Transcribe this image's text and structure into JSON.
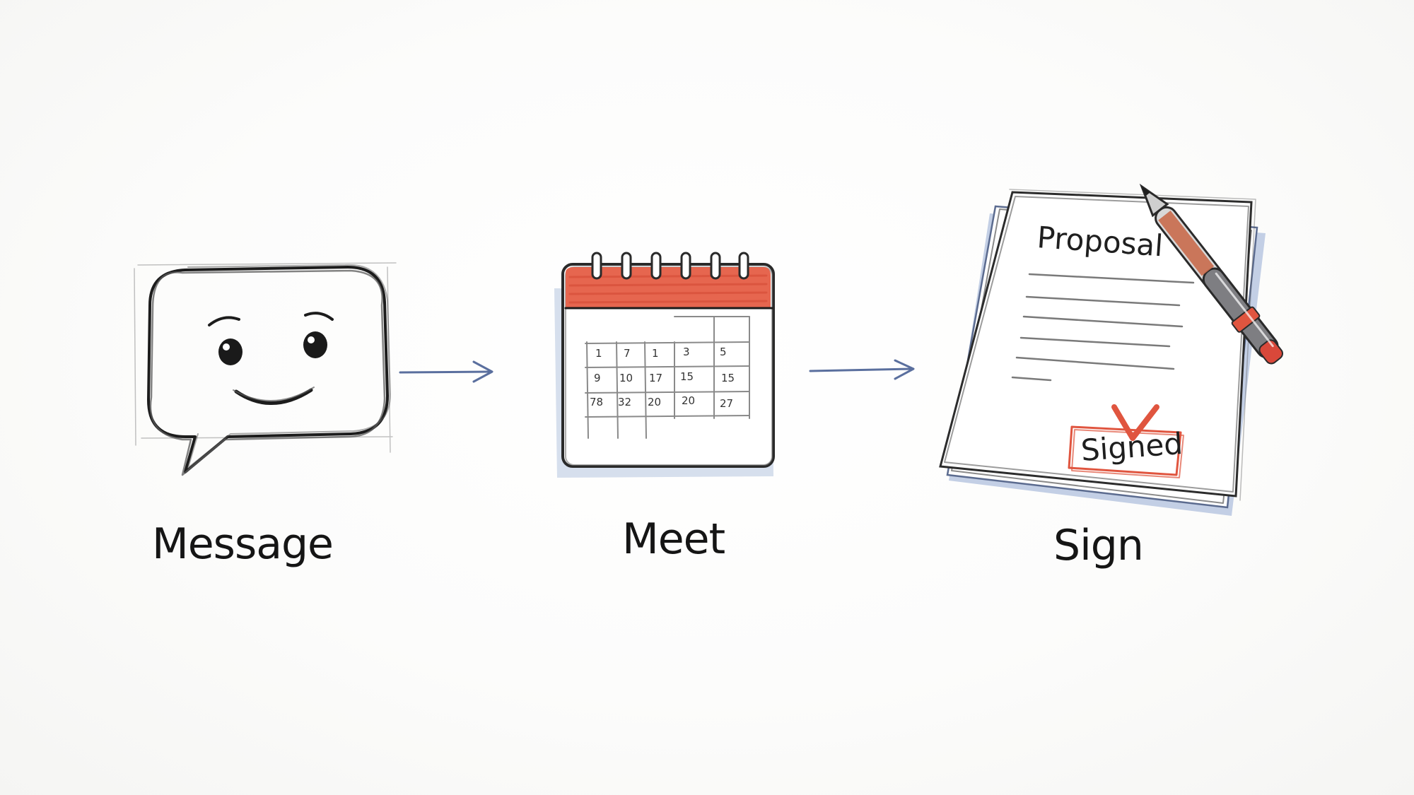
{
  "steps": [
    {
      "label": "Message",
      "icon": "chat-bubble-smiley-icon"
    },
    {
      "label": "Meet",
      "icon": "calendar-icon"
    },
    {
      "label": "Sign",
      "icon": "signed-proposal-document-icon"
    }
  ],
  "document": {
    "title": "Proposal",
    "stamp": "Signed"
  },
  "calendar": {
    "days": [
      "1",
      "7",
      "1",
      "3",
      "5",
      "9",
      "10",
      "17",
      "15",
      "15",
      "78",
      "32",
      "20",
      "20",
      "27"
    ]
  },
  "colors": {
    "ink": "#1c1c1c",
    "accent_red": "#e0553f",
    "arrow_blue": "#5a6f9e",
    "paper_shadow_blue": "#8fa3c9"
  }
}
